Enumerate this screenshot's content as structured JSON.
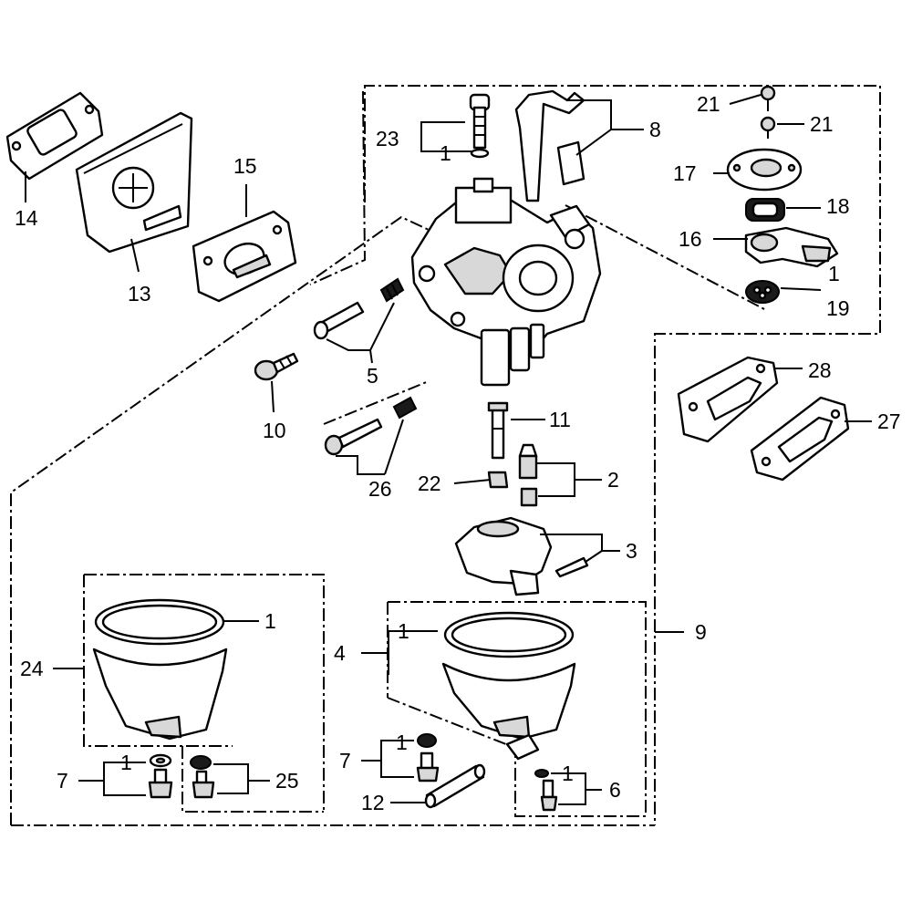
{
  "diagram": {
    "callouts": {
      "c14": "14",
      "c13": "13",
      "c15": "15",
      "c23": "23",
      "c23_1": "1",
      "c8": "8",
      "c21a": "21",
      "c21b": "21",
      "c17": "17",
      "c18": "18",
      "c16": "16",
      "c19_1": "1",
      "c19": "19",
      "c5": "5",
      "c10": "10",
      "c26": "26",
      "c11": "11",
      "c22": "22",
      "c2": "2",
      "c28": "28",
      "c27": "27",
      "c3": "3",
      "c24": "24",
      "c24_1": "1",
      "c4": "4",
      "c4_1": "1",
      "c9": "9",
      "c7a": "7",
      "c7a_1": "1",
      "c25": "25",
      "c7b": "7",
      "c7b_1": "1",
      "c12": "12",
      "c6": "6",
      "c6_1": "1"
    },
    "colors": {
      "ink": "#000000",
      "paper": "#ffffff",
      "shade": "#d8d8d8"
    }
  }
}
